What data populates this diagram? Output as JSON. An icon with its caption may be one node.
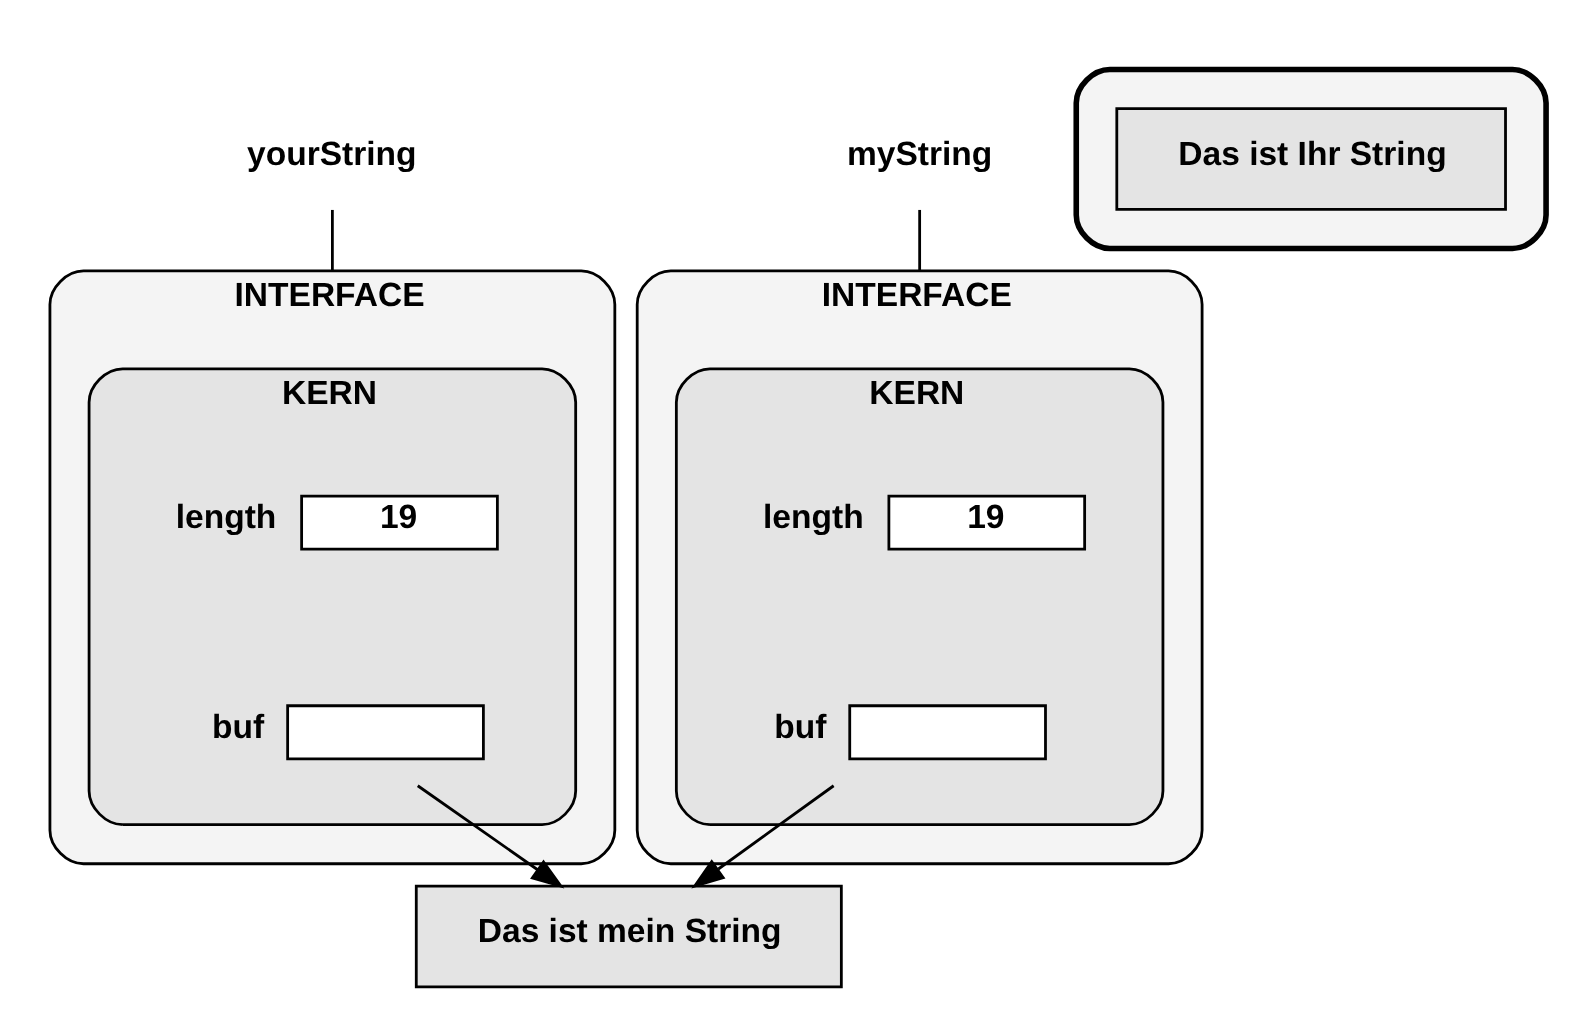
{
  "diagram": {
    "nodes": [
      {
        "text": [
          "yourString"
        ]
      },
      {
        "text": [
          "INTERFACE"
        ]
      },
      {
        "text": [
          "KERN"
        ],
        "in": 1
      },
      {
        "text": [
          "19"
        ],
        "in": 2,
        "beside": [
          "length"
        ]
      },
      {
        "text": [],
        "shape": "box",
        "in": 2,
        "beside": [
          "buf"
        ]
      },
      {
        "text": [
          "myString"
        ]
      },
      {
        "text": [
          "INTERFACE"
        ]
      },
      {
        "text": [
          "KERN"
        ],
        "in": 6
      },
      {
        "text": [
          "19"
        ],
        "in": 7,
        "beside": [
          "length"
        ]
      },
      {
        "text": [],
        "shape": "box",
        "in": 7,
        "beside": [
          "buf"
        ]
      },
      {
        "text": [],
        "shape": "cloud"
      },
      {
        "text": [
          "Das ist Ihr String"
        ],
        "in": 10
      },
      {
        "text": [
          "Das ist mein String"
        ]
      }
    ],
    "edges": [
      {
        "from": 0,
        "to": 1,
        "arrow": "none"
      },
      {
        "from": 5,
        "to": 6,
        "arrow": "none"
      },
      {
        "from": 4,
        "to": 12,
        "arrow": "to"
      },
      {
        "from": 9,
        "to": 12,
        "arrow": "to"
      }
    ]
  }
}
